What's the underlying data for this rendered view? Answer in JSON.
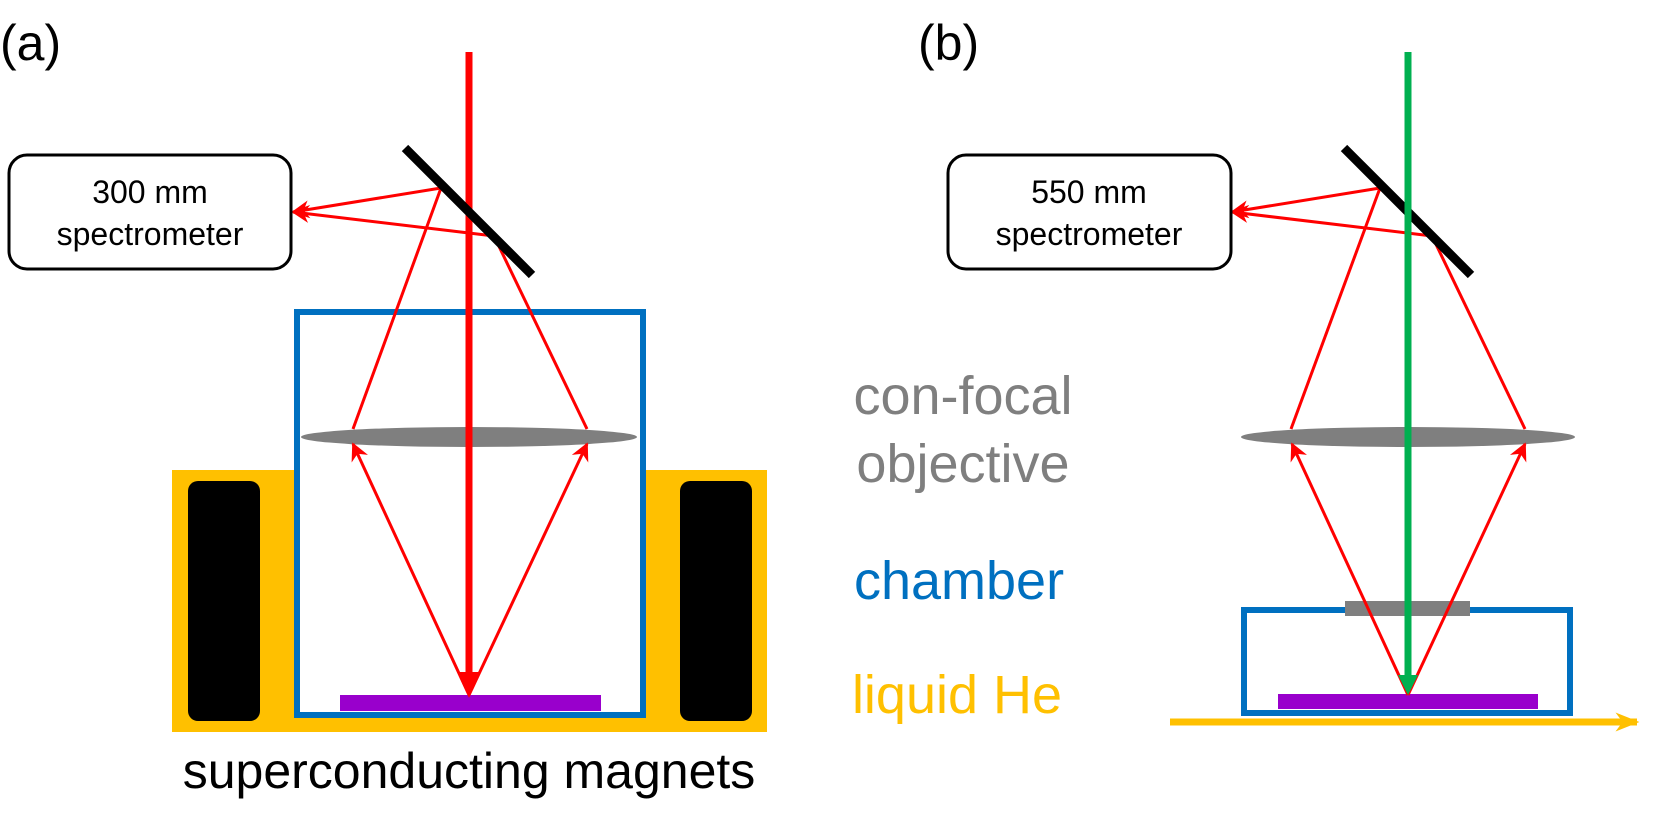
{
  "panel_a": {
    "label": "(a)",
    "spectrometer_line1": "300 mm",
    "spectrometer_line2": "spectrometer",
    "magnets_caption": "superconducting magnets"
  },
  "panel_b": {
    "label": "(b)",
    "spectrometer_line1": "550 mm",
    "spectrometer_line2": "spectrometer"
  },
  "legend": {
    "objective_line1": "con-focal",
    "objective_line2": "objective",
    "chamber": "chamber",
    "liquid_he": "liquid He"
  },
  "colors": {
    "laser_a": "#ff0000",
    "laser_b": "#00b050",
    "reflected": "#ff0000",
    "chamber": "#0070c0",
    "liquid_he": "#ffc000",
    "objective": "#7f7f7f",
    "sample": "#9900cc",
    "magnet": "#000000",
    "mirror": "#000000"
  }
}
